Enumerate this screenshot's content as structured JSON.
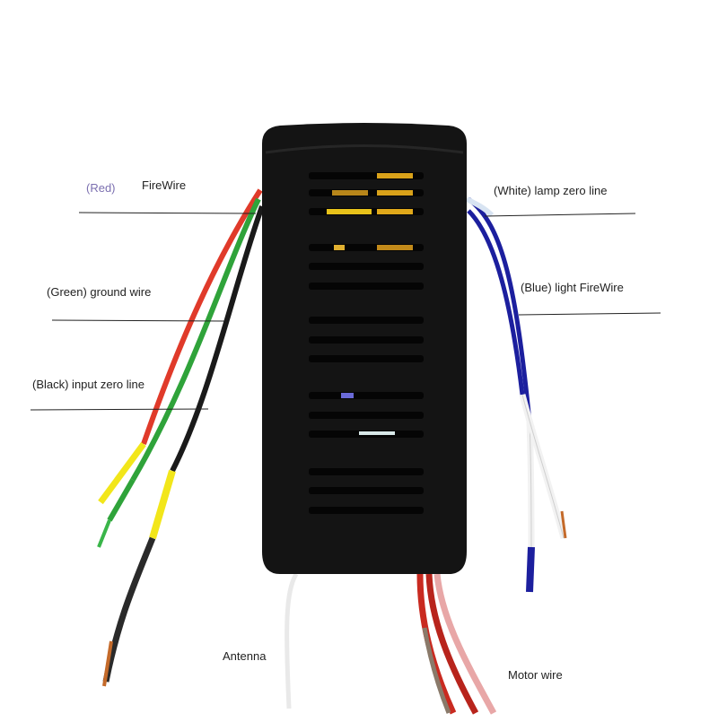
{
  "labels": {
    "red_tag": "(Red)",
    "red_name": "FireWire",
    "green": "(Green) ground wire",
    "black": "(Black) input zero line",
    "white": "(White) lamp zero line",
    "blue": "(Blue) light FireWire",
    "antenna": "Antenna",
    "motor": "Motor wire"
  },
  "colors": {
    "red_tag": "#7b6fb0",
    "wire_red": "#e03a2a",
    "wire_green": "#2fa33a",
    "wire_black": "#1a1a1a",
    "wire_white": "#f2f2f2",
    "wire_blue": "#1c1f9e",
    "insulation_yellow": "#f2e61a",
    "copper": "#c46a2a",
    "case": "#141414",
    "leader_line": "#222222"
  }
}
